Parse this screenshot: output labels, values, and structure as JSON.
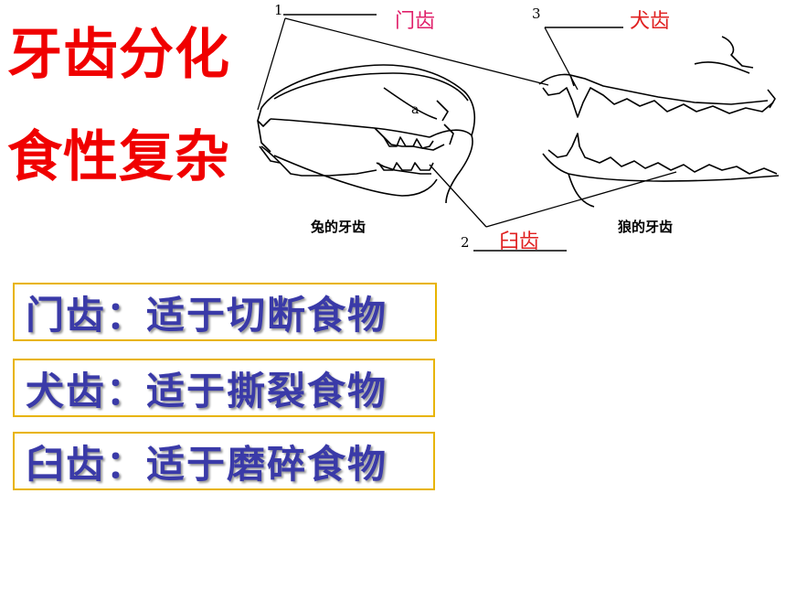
{
  "title": {
    "line1": "牙齿分化",
    "line2": "食性复杂"
  },
  "diagram": {
    "label_incisor_num": "1",
    "label_incisor": "门齿",
    "label_canine_num": "3",
    "label_canine": "犬齿",
    "label_molar_num": "2",
    "label_molar": "臼齿",
    "caption_rabbit": "兔的牙齿",
    "caption_wolf": "狼的牙齿",
    "skull_mark": "a"
  },
  "boxes": [
    {
      "text": "门齿：适于切断食物"
    },
    {
      "text": "犬齿：适于撕裂食物"
    },
    {
      "text": "臼齿：适于磨碎食物"
    }
  ],
  "colors": {
    "title": "#f00000",
    "incisor_label": "#e0206a",
    "canine_label": "#e02020",
    "molar_label": "#e02020",
    "box_border": "#e8b400",
    "box_text": "#3a3aa8"
  }
}
